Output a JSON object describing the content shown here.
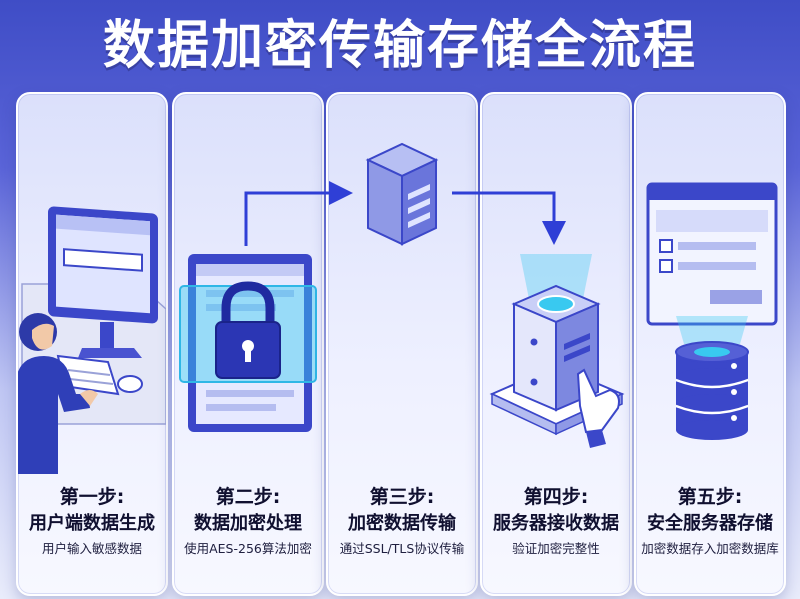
{
  "title": "数据加密传输存储全流程",
  "steps": [
    {
      "step": "第一步:",
      "name": "用户端数据生成",
      "desc": "用户输入敏感数据"
    },
    {
      "step": "第二步:",
      "name": "数据加密处理",
      "desc": "使用AES-256算法加密"
    },
    {
      "step": "第三步:",
      "name": "加密数据传输",
      "desc": "通过SSL/TLS协议传输"
    },
    {
      "step": "第四步:",
      "name": "服务器接收数据",
      "desc": "验证加密完整性"
    },
    {
      "step": "第五步:",
      "name": "安全服务器存储",
      "desc": "加密数据存入加密数据库"
    }
  ],
  "colors": {
    "accent": "#3b47c9",
    "flow_arrow": "#2f3fd6",
    "glow": "#39c9f0"
  },
  "icons": [
    "computer-icon",
    "lock-icon",
    "server-block-icon",
    "server-tower-icon",
    "database-icon"
  ]
}
